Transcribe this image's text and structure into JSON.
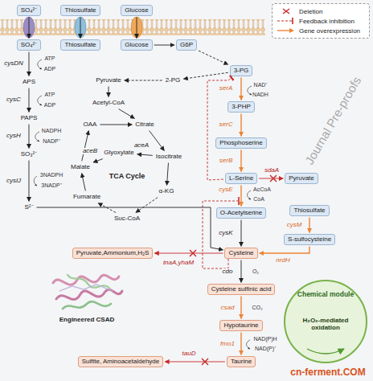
{
  "diagram": {
    "nodes": [
      {
        "text": [
          "SO₄²⁻"
        ]
      },
      {
        "text": [
          "Thiosulfate"
        ]
      },
      {
        "text": [
          "Glucose"
        ]
      },
      {
        "text": [
          "SO₄²⁻"
        ]
      },
      {
        "text": [
          "Thiosulfate"
        ]
      },
      {
        "text": [
          "Glucose"
        ]
      },
      {
        "text": [
          "G6P"
        ]
      },
      {
        "text": [
          "APS"
        ]
      },
      {
        "text": [
          "PAPS"
        ]
      },
      {
        "text": [
          "SO₃²⁻"
        ]
      },
      {
        "text": [
          "S²⁻"
        ]
      },
      {
        "text": [
          "Pyruvate"
        ]
      },
      {
        "text": [
          "2-PG"
        ]
      },
      {
        "text": [
          "3-PG"
        ]
      },
      {
        "text": [
          "Acetyl-CoA"
        ]
      },
      {
        "text": [
          "OAA"
        ]
      },
      {
        "text": [
          "Citrate"
        ]
      },
      {
        "text": [
          "Malate"
        ]
      },
      {
        "text": [
          "Glyoxylate"
        ]
      },
      {
        "text": [
          "Isocitrate"
        ]
      },
      {
        "text": [
          "Fumarate"
        ]
      },
      {
        "text": [
          "α-KG"
        ]
      },
      {
        "text": [
          "Suc-CoA"
        ]
      },
      {
        "text": [
          "3-PHP"
        ]
      },
      {
        "text": [
          "Phosphoserine"
        ]
      },
      {
        "text": [
          "L-Serine"
        ]
      },
      {
        "text": [
          "Pyruvate"
        ]
      },
      {
        "text": [
          "O-Acetylserine"
        ]
      },
      {
        "text": [
          "Thiosulfate"
        ]
      },
      {
        "text": [
          "S-sulfocysteine"
        ]
      },
      {
        "text": [
          "Cysteine"
        ]
      },
      {
        "text": [
          "Pyruvate,Ammonium,H₂S"
        ]
      },
      {
        "text": [
          "Cysteine sulfinic acid"
        ]
      },
      {
        "text": [
          "Hypotaurine"
        ]
      },
      {
        "text": [
          "Taurine"
        ]
      },
      {
        "text": [
          "Sulfite, Aminoacetaldehyde"
        ]
      },
      {
        "text": [
          "Chemical module",
          "H₂O₂-mediated oxidation"
        ]
      }
    ],
    "edges": [
      {
        "from": 0,
        "to": 3,
        "arrow": "to"
      },
      {
        "from": 1,
        "to": 4,
        "arrow": "to"
      },
      {
        "from": 2,
        "to": 5,
        "arrow": "to"
      },
      {
        "from": 5,
        "to": 6,
        "arrow": "to"
      },
      {
        "from": 6,
        "to": 13,
        "arrow": "to"
      },
      {
        "from": 3,
        "to": 7,
        "label": "cysDN",
        "arrow": "to"
      },
      {
        "from": 7,
        "to": 8,
        "label": "cysC",
        "arrow": "to"
      },
      {
        "from": 8,
        "to": 9,
        "label": "cysH",
        "arrow": "to"
      },
      {
        "from": 9,
        "to": 10,
        "label": "cysIJ",
        "arrow": "to"
      },
      {
        "from": 13,
        "to": 12,
        "arrow": "to"
      },
      {
        "from": 12,
        "to": 11,
        "arrow": "to"
      },
      {
        "from": 11,
        "to": 14,
        "arrow": "to"
      },
      {
        "from": 14,
        "to": 16,
        "arrow": "to"
      },
      {
        "from": 16,
        "to": 19,
        "arrow": "to"
      },
      {
        "from": 19,
        "to": 18,
        "label": "aceA",
        "arrow": "to"
      },
      {
        "from": 18,
        "to": 17,
        "label": "aceB",
        "arrow": "to"
      },
      {
        "from": 19,
        "to": 21,
        "arrow": "to"
      },
      {
        "from": 21,
        "to": 22,
        "arrow": "to"
      },
      {
        "from": 22,
        "to": 20,
        "arrow": "to"
      },
      {
        "from": 20,
        "to": 17,
        "arrow": "to"
      },
      {
        "from": 17,
        "to": 15,
        "arrow": "to"
      },
      {
        "from": 15,
        "to": 16,
        "arrow": "to"
      },
      {
        "from": 13,
        "to": 23,
        "label": "serA",
        "arrow": "to"
      },
      {
        "from": 23,
        "to": 24,
        "label": "serC",
        "arrow": "to"
      },
      {
        "from": 24,
        "to": 25,
        "label": "serB",
        "arrow": "to"
      },
      {
        "from": 25,
        "to": 26,
        "label": "sdaA",
        "arrow": "to"
      },
      {
        "from": 25,
        "to": 27,
        "label": "cysE",
        "arrow": "to"
      },
      {
        "from": 27,
        "to": 30,
        "label": "cysK",
        "arrow": "to"
      },
      {
        "from": 28,
        "to": 29,
        "label": "cysM",
        "arrow": "to"
      },
      {
        "from": 29,
        "to": 30,
        "label": "nrdH",
        "arrow": "to"
      },
      {
        "from": 10,
        "to": 30,
        "arrow": "to"
      },
      {
        "from": 30,
        "to": 31,
        "label": "tnaA,yhaM",
        "arrow": "to"
      },
      {
        "from": 30,
        "to": 32,
        "label": "cdo",
        "arrow": "to"
      },
      {
        "from": 32,
        "to": 33,
        "label": "csad",
        "arrow": "to"
      },
      {
        "from": 33,
        "to": 34,
        "label": "fmo1",
        "arrow": "to"
      },
      {
        "from": 34,
        "to": 35,
        "label": "tauD",
        "arrow": "to"
      },
      {
        "from": 25,
        "to": 13,
        "arrow": "to"
      }
    ],
    "labels": [
      "ATP",
      "ADP",
      "ATP",
      "ADP",
      "NADPH",
      "NADP⁺",
      "3NADPH",
      "3NADP⁺",
      "TCA Cycle",
      "NAD⁺",
      "NADH",
      "AcCoA",
      "CoA",
      "O₂",
      "CO₂",
      "NAD(P)H",
      "NAD(P)⁺",
      "Engineered CSAD",
      "cn-ferment.COM",
      "Journal Pre-proofs"
    ],
    "legend": [
      {
        "text": "Deletion"
      },
      {
        "text": "Feedback inhibition"
      },
      {
        "text": "Gene overexpression"
      }
    ]
  }
}
